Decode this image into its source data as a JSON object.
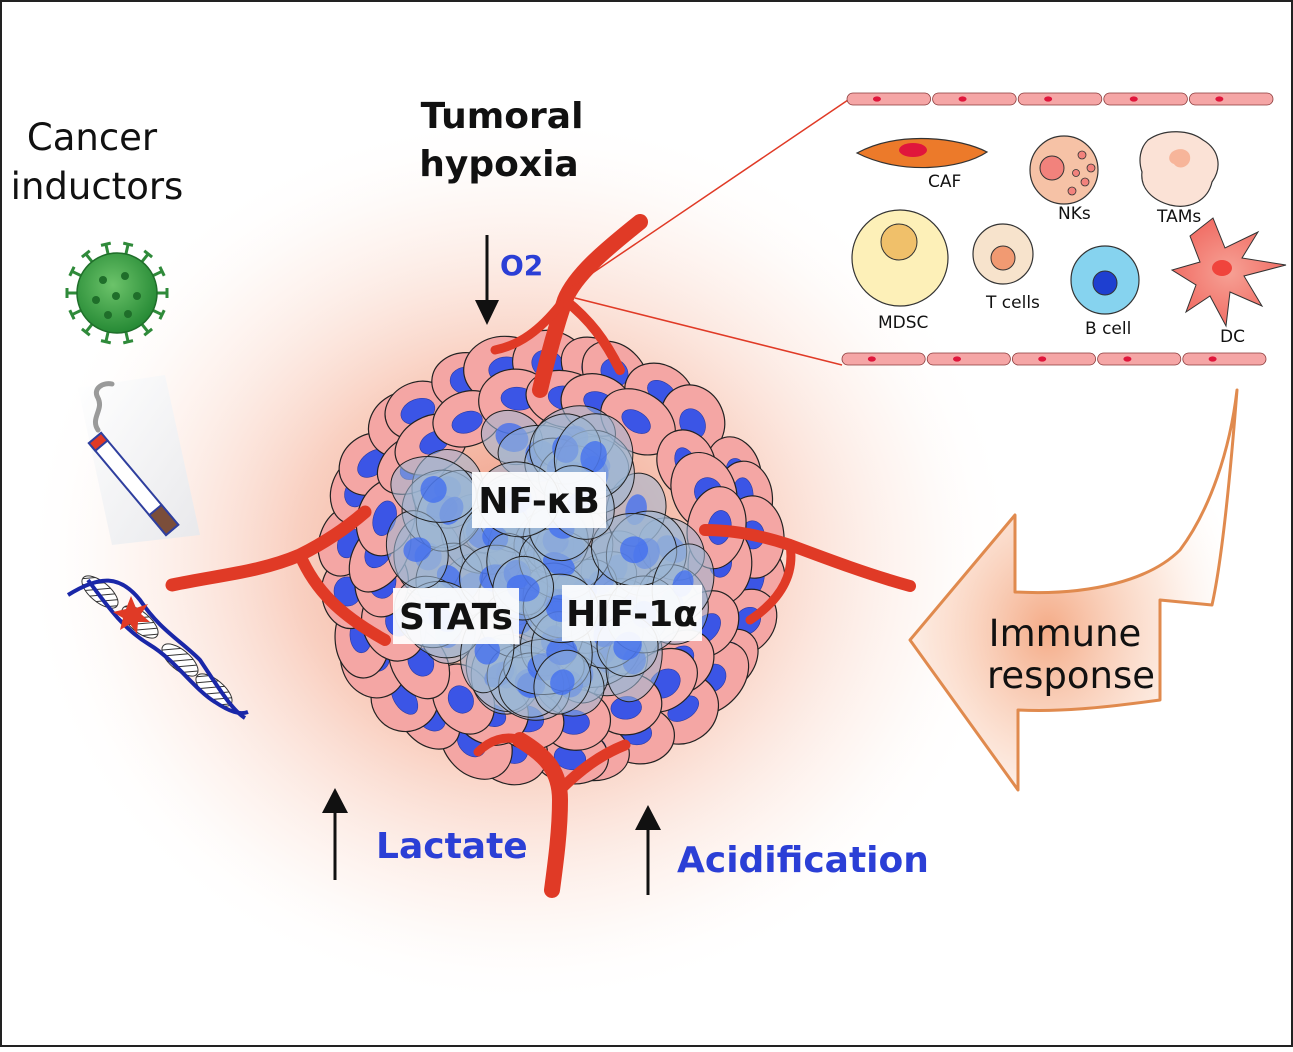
{
  "labels": {
    "cancer_inductors_line1": "Cancer",
    "cancer_inductors_line2": "inductors",
    "tumoral_hypoxia_line1": "Tumoral",
    "tumoral_hypoxia_line2": "hypoxia",
    "oxygen": "O2",
    "lactate": "Lactate",
    "acidification": "Acidification",
    "immune_response_line1": "Immune",
    "immune_response_line2": "response"
  },
  "transcription_factors": {
    "nfkb": "NF-κB",
    "stats": "STATs",
    "hif1a": "HIF-1α"
  },
  "immune_cells": {
    "caf": "CAF",
    "nks": "NKs",
    "tams": "TAMs",
    "mdsc": "MDSC",
    "t_cells": "T cells",
    "b_cell": "B cell",
    "dc": "DC"
  },
  "colors": {
    "vessel_red": "#e03a26",
    "tumor_cell_pink": "#f4a6a4",
    "nucleus_blue": "#3b55e6",
    "core_cell_blue": "#9bb6d6",
    "text_blue": "#2b3fd6",
    "arrow_orange": "#e08a4e"
  }
}
